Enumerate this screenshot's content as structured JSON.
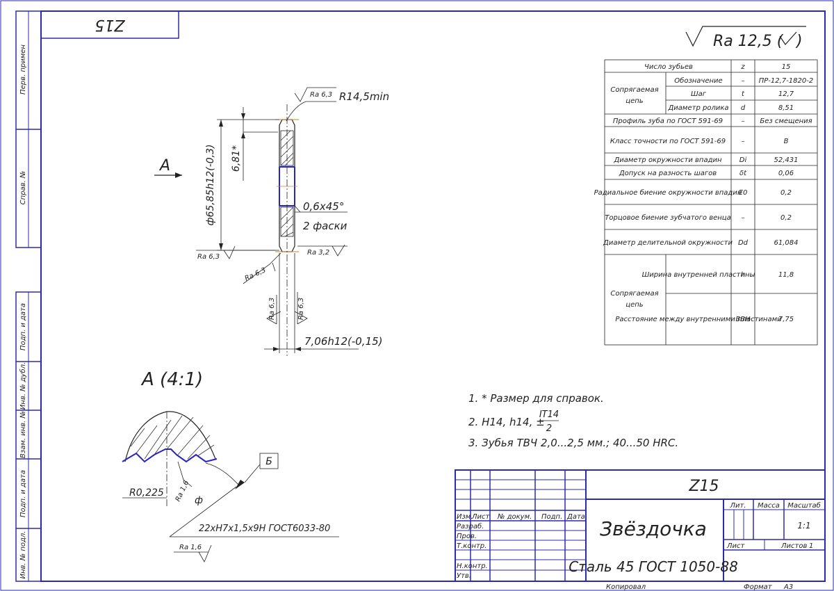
{
  "sheet": {
    "format_label": "Формат",
    "format_value": "A3",
    "copied_label": "Копировал",
    "corner_code": "Z15"
  },
  "roughness": {
    "general": "Ra 12,5 (",
    "ra63_top": "Ra 6,3",
    "ra63_left": "Ra 6,3",
    "ra32": "Ra 3,2",
    "ra63_under": "Ra 6,3",
    "ra63_v1": "Ra 6,3",
    "ra63_v2": "Ra 6,3",
    "ra16_a": "Ra 1,6",
    "ra16_b": "Ra 1,6"
  },
  "side_stamps": [
    "Перв. примен",
    "Справ. №",
    "Подп. и дата",
    "Инв. № дубл.",
    "Взам. инв. №",
    "Подп. и дата",
    "Инв. № подл."
  ],
  "dimensions": {
    "radius": "R14,5min",
    "dia": "ф65,85h12(-0,3)",
    "small": "6,81*",
    "chamfer": "0,6х45°",
    "chamfer_note": "2 фаски",
    "width": "7,06h12(-0,15)",
    "view_a": "А",
    "detail_title": "А (4:1)",
    "r0225": "R0,225",
    "phi": "ф",
    "spline": "22хН7х1,5х9Н ГОСТ6033-80",
    "label_b": "Б"
  },
  "params_table": {
    "rows": [
      {
        "group": "",
        "name": "Число зубьев",
        "sym": "z",
        "value": "15"
      },
      {
        "group": "Сопрягаемая цепь",
        "name": "Обозначение",
        "sym": "–",
        "value": "ПР-12,7-1820-2"
      },
      {
        "group": "",
        "name": "Шаг",
        "sym": "t",
        "value": "12,7"
      },
      {
        "group": "",
        "name": "Диаметр ролика",
        "sym": "d",
        "value": "8,51"
      },
      {
        "group": "",
        "name": "Профиль зуба по ГОСТ 591-69",
        "sym": "–",
        "value": "Без смещения"
      },
      {
        "group": "",
        "name": "Класс точности по ГОСТ 591-69",
        "sym": "–",
        "value": "В"
      },
      {
        "group": "",
        "name": "Диаметр окружности впадин",
        "sym": "Di",
        "value": "52,431"
      },
      {
        "group": "",
        "name": "Допуск на разность шагов",
        "sym": "δt",
        "value": "0,06"
      },
      {
        "group": "",
        "name": "Радиальное биение окружности впадин",
        "sym": "E0",
        "value": "0,2"
      },
      {
        "group": "",
        "name": "Торцовое биение зубчатого венца",
        "sym": "–",
        "value": "0,2"
      },
      {
        "group": "",
        "name": "Диаметр делительной окружности",
        "sym": "Dd",
        "value": "61,084"
      },
      {
        "group": "Сопрягаемая цепь",
        "name": "Ширина внутренней пластины",
        "sym": "h",
        "value": "11,8"
      },
      {
        "group": "",
        "name": "Расстояние между внутренними пластинами",
        "sym": "BBH",
        "value": "7,75"
      }
    ]
  },
  "notes": {
    "n1": "1. * Размер для справок.",
    "n2_a": "2. Н14, h14, ±",
    "n2_num": "IT14",
    "n2_den": "2",
    "n3": "3. Зубья ТВЧ 2,0...2,5 мм.; 40...50 HRC."
  },
  "title_block": {
    "designation": "Z15",
    "name": "Звёздочка",
    "material": "Сталь 45 ГОСТ 1050-88",
    "cols": {
      "izm": "Изм.",
      "list": "Лист",
      "doc": "№ докум.",
      "podp": "Подп.",
      "data": "Дата"
    },
    "roles": [
      "Разраб.",
      "Пров.",
      "Т.контр.",
      "",
      "Н.контр.",
      "Утв."
    ],
    "lit_label": "Лит.",
    "mass_label": "Масса",
    "scale_label": "Масштаб",
    "scale_value": "1:1",
    "sheet_label": "Лист",
    "sheets_label": "Листов",
    "sheets_value": "1"
  }
}
